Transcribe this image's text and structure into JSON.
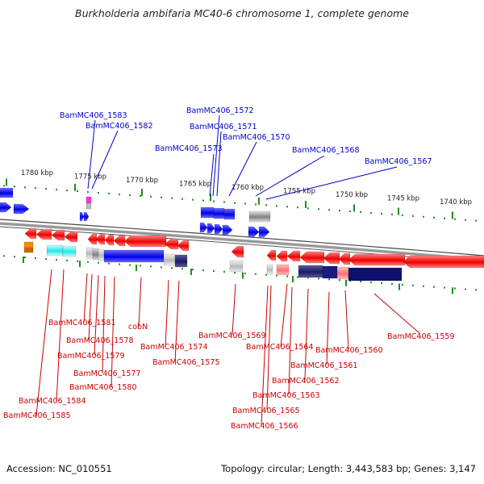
{
  "title": "Burkholderia ambifaria MC40-6 chromosome 1, complete genome",
  "footer": {
    "accession": "Accession: NC_010551",
    "summary": "Topology: circular; Length: 3,443,583 bp; Genes: 3,147"
  },
  "colors": {
    "forward_label": "#0000cc",
    "reverse_label": "#cc0000",
    "forward_gene": "#0000ff",
    "reverse_gene": "#ff0000",
    "scale_ticks": "#228b22",
    "backbone": "#8a8a8a"
  },
  "scale_labels": [
    "1780 kbp",
    "1775 kbp",
    "1770 kbp",
    "1765 kbp",
    "1760 kbp",
    "1755 kbp",
    "1750 kbp",
    "1745 kbp",
    "1740 kbp"
  ],
  "forward_gene_labels": [
    "BamMC406_1583",
    "BamMC406_1582",
    "BamMC406_1572",
    "BamMC406_1571",
    "BamMC406_1573",
    "BamMC406_1570",
    "BamMC406_1568",
    "BamMC406_1567"
  ],
  "reverse_gene_labels": [
    "BamMC406_1581",
    "BamMC406_1578",
    "cobN",
    "BamMC406_1579",
    "BamMC406_1577",
    "BamMC406_1580",
    "BamMC406_1584",
    "BamMC406_1585",
    "BamMC406_1569",
    "BamMC406_1574",
    "BamMC406_1575",
    "BamMC406_1564",
    "BamMC406_1560",
    "BamMC406_1561",
    "BamMC406_1562",
    "BamMC406_1563",
    "BamMC406_1565",
    "BamMC406_1566",
    "BamMC406_1559"
  ]
}
